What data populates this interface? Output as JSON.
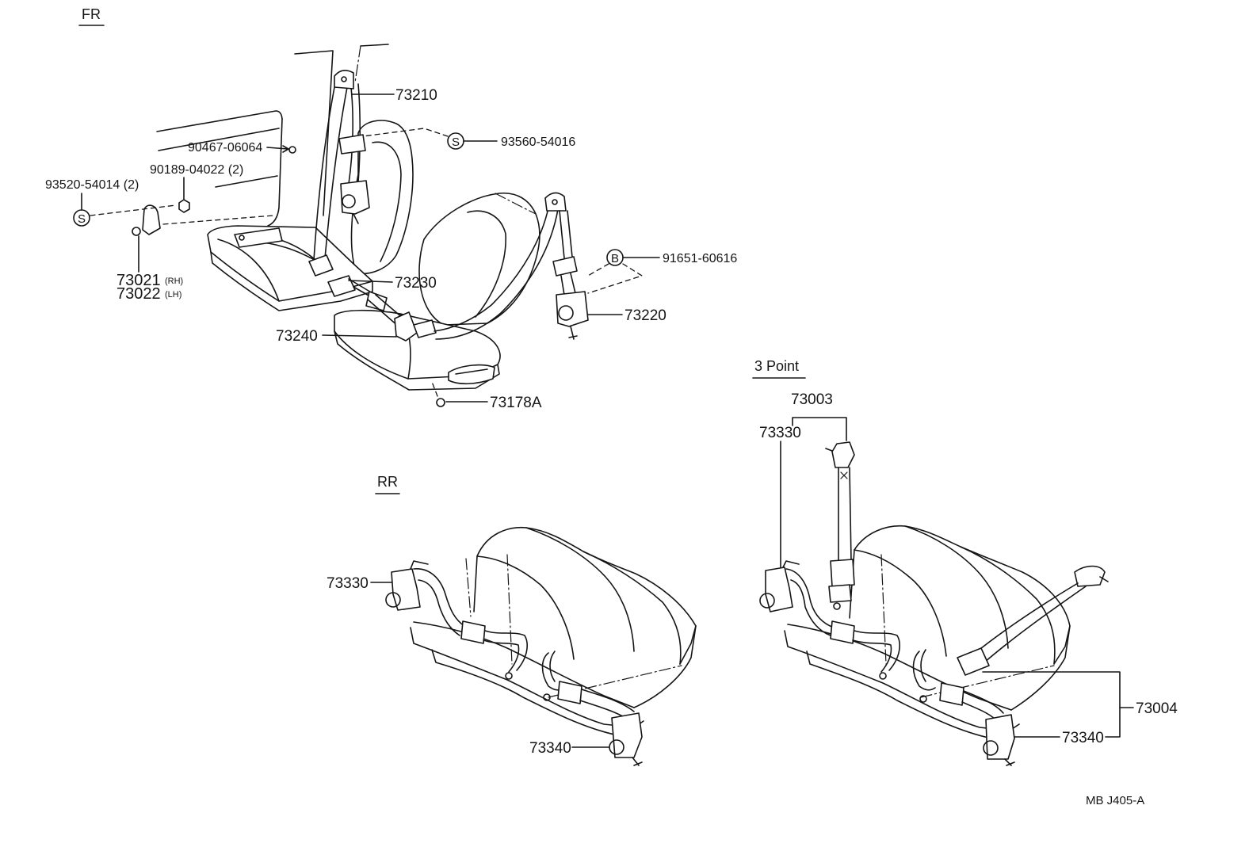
{
  "headers": {
    "front": "FR",
    "rear": "RR",
    "three_point": "3 Point"
  },
  "front": {
    "shoulder_belt": "73210",
    "nut_upper": "90467-06064",
    "symbol_s_upper": "S",
    "screw_upper": "93560-54016",
    "nut_lower": "90189-04022 (2)",
    "screw_lower": "93520-54014 (2)",
    "symbol_s_lower": "S",
    "anchor_rh": "73021",
    "anchor_rh_side": "(RH)",
    "anchor_lh": "73022",
    "anchor_lh_side": "(LH)",
    "symbol_b": "B",
    "bolt": "91651-60616",
    "inner_buckle": "73230",
    "retractor": "73220",
    "buckle": "73240",
    "cover": "73178A"
  },
  "rear": {
    "retractor_left": "73330",
    "retractor_right": "73340"
  },
  "three_point": {
    "assembly_left": "73003",
    "retractor_left": "73330",
    "assembly_right": "73004",
    "retractor_right": "73340"
  },
  "diagram_code": "MB J405-A"
}
